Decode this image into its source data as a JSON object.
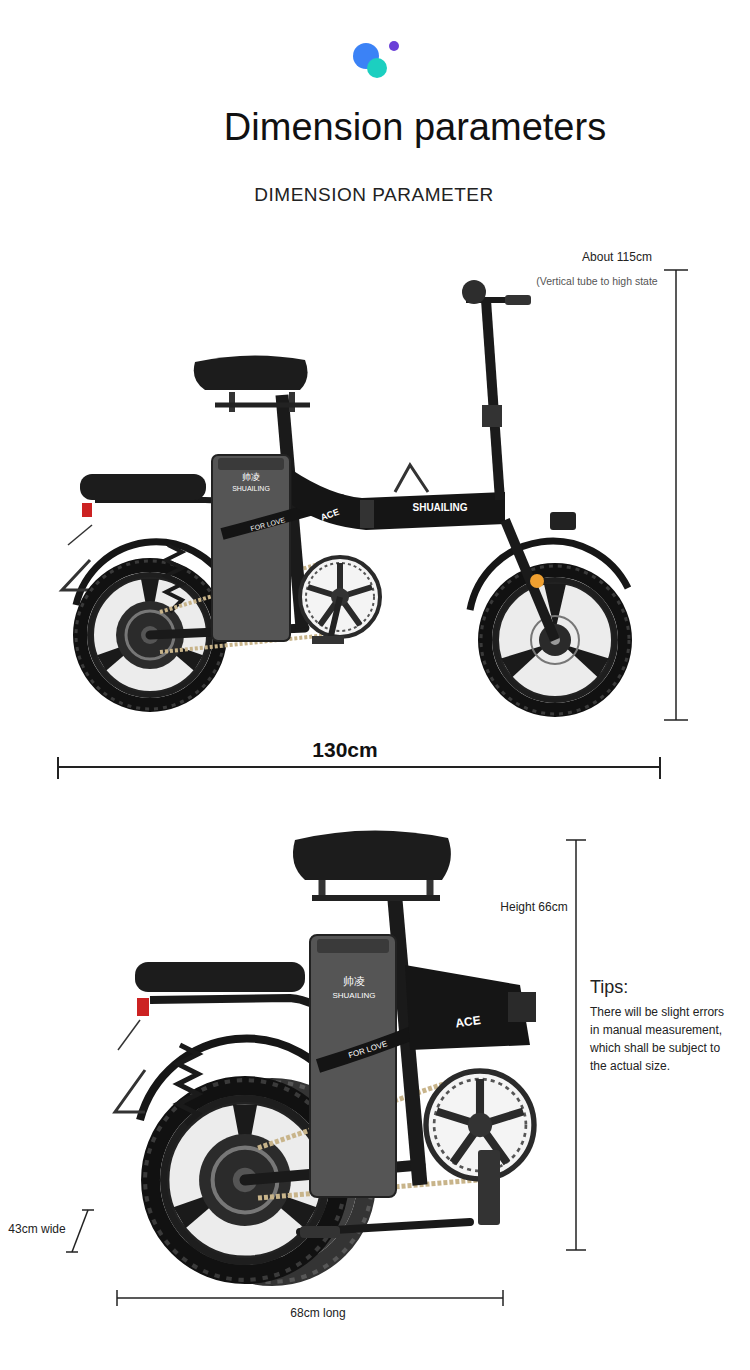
{
  "diagram": {
    "title": "Dimension parameters",
    "labels": [
      "DIMENSION PARAMETER",
      "About 115cm",
      "(Vertical tube to high state",
      "130cm",
      "帅凌",
      "SHUAILING",
      "FOR LOVE",
      "ACE",
      "SHUAILING",
      "Height 66cm",
      "Tips:",
      "There will be slight errors in manual measurement, which shall be subject to the actual size.",
      "帅凌",
      "SHUAILING",
      "FOR LOVE",
      "ACE",
      "43cm wide",
      "68cm long"
    ]
  }
}
